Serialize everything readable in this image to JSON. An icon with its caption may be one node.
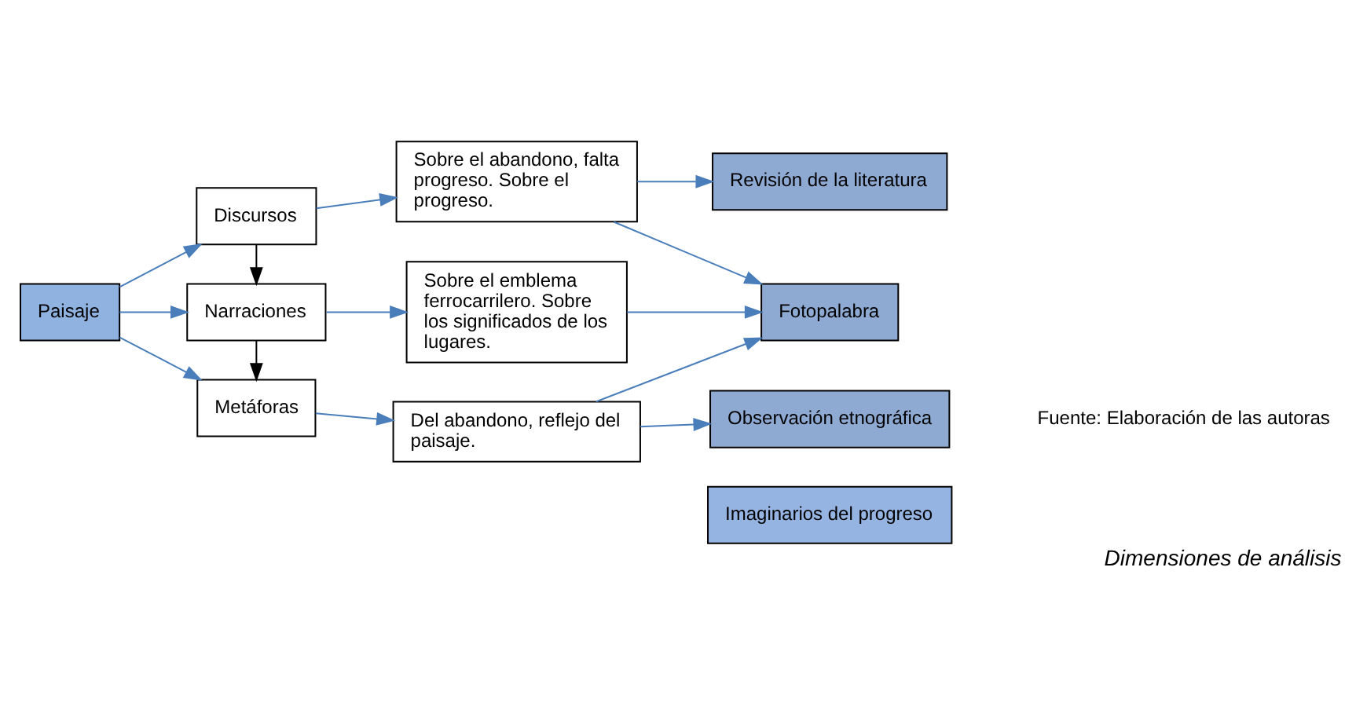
{
  "diagram": {
    "caption": "Dimensiones de análisis",
    "nodes": [
      {
        "text": [
          "Paisaje"
        ]
      },
      {
        "text": [
          "Discursos"
        ]
      },
      {
        "text": [
          "Narraciones"
        ]
      },
      {
        "text": [
          "Metáforas"
        ]
      },
      {
        "text": [
          "Sobre el abandono, falta progreso. Sobre el progreso."
        ]
      },
      {
        "text": [
          "Sobre el emblema ferrocarrilero. Sobre los significados de los lugares."
        ]
      },
      {
        "text": [
          "Del abandono, reflejo del paisaje."
        ]
      },
      {
        "text": [
          "Revisión de la literatura"
        ]
      },
      {
        "text": [
          "Fotopalabra"
        ]
      },
      {
        "text": [
          "Observación etnográfica"
        ]
      },
      {
        "text": [
          "Imaginarios del progreso"
        ]
      }
    ],
    "edges": [
      {
        "from": 0,
        "to": 1,
        "arrow": "to"
      },
      {
        "from": 0,
        "to": 2,
        "arrow": "to"
      },
      {
        "from": 0,
        "to": 3,
        "arrow": "to"
      },
      {
        "from": 1,
        "to": 2,
        "arrow": "to",
        "color": "#000000"
      },
      {
        "from": 2,
        "to": 3,
        "arrow": "to",
        "color": "#000000"
      },
      {
        "from": 1,
        "to": 4,
        "arrow": "to"
      },
      {
        "from": 2,
        "to": 5,
        "arrow": "to"
      },
      {
        "from": 3,
        "to": 6,
        "arrow": "to"
      },
      {
        "from": 4,
        "to": 7,
        "arrow": "to"
      },
      {
        "from": 4,
        "to": 8,
        "arrow": "to"
      },
      {
        "from": 5,
        "to": 8,
        "arrow": "to"
      },
      {
        "from": 6,
        "to": 8,
        "arrow": "to"
      },
      {
        "from": 6,
        "to": 9,
        "arrow": "to"
      }
    ],
    "labels": [
      "Fuente: Elaboración de las autoras"
    ]
  }
}
